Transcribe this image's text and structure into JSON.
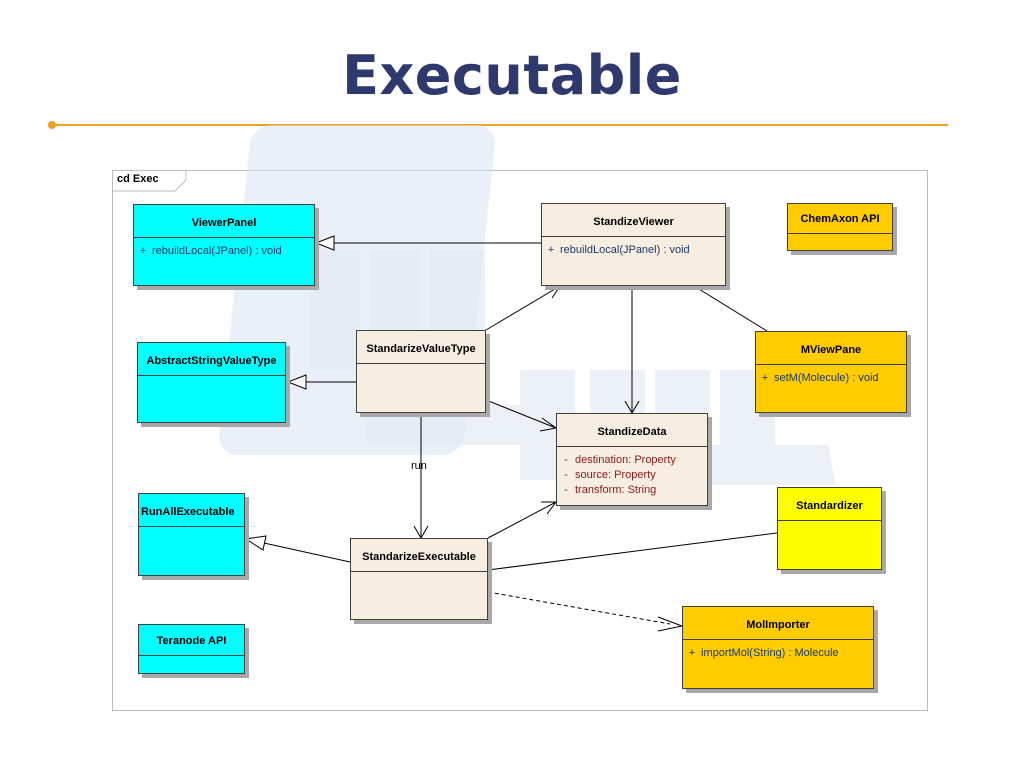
{
  "title": "Executable",
  "diagram": {
    "frame_label": "cd Exec",
    "connector_label": "run",
    "classes": {
      "viewer_panel": {
        "name": "ViewerPanel",
        "members": [
          {
            "vis": "+",
            "text": "rebuildLocal(JPanel) : void"
          }
        ]
      },
      "standize_viewer": {
        "name": "StandizeViewer",
        "members": [
          {
            "vis": "+",
            "text": "rebuildLocal(JPanel) : void"
          }
        ]
      },
      "chemaxon_api": {
        "name": "ChemAxon API"
      },
      "abstract_string_value_type": {
        "name": "AbstractStringValueType"
      },
      "standarize_value_type": {
        "name": "StandarizeValueType"
      },
      "mview_pane": {
        "name": "MViewPane",
        "members": [
          {
            "vis": "+",
            "text": "setM(Molecule) : void"
          }
        ]
      },
      "standize_data": {
        "name": "StandizeData",
        "members": [
          {
            "vis": "-",
            "text": "destination:  Property"
          },
          {
            "vis": "-",
            "text": "source:  Property"
          },
          {
            "vis": "-",
            "text": "transform:  String"
          }
        ]
      },
      "run_all_executable": {
        "name": "RunAllExecutable"
      },
      "standarize_executable": {
        "name": "StandarizeExecutable"
      },
      "standardizer": {
        "name": "Standardizer"
      },
      "mol_importer": {
        "name": "MolImporter",
        "members": [
          {
            "vis": "+",
            "text": "importMol(String) : Molecule"
          }
        ]
      },
      "teranode_api": {
        "name": "Teranode API"
      }
    },
    "colors": {
      "cyan": "#00ffff",
      "beige": "#f7eee1",
      "gold": "#ffcc00",
      "yellow": "#ffff00",
      "title": "#2e3a6e",
      "rule": "#f0a020"
    }
  }
}
